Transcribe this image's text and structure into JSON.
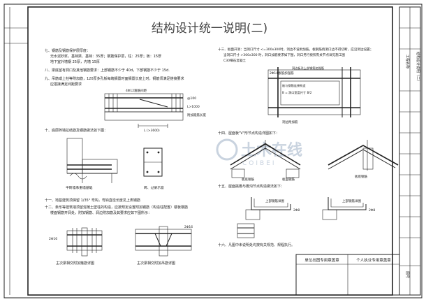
{
  "title": "结构设计统一说明(二)",
  "left_notes": {
    "n7_l1": "七、钢筋及钢筋保护层厚度：",
    "n7_l2": "无水泥砂浆，基础梁、基础：35厚；钢筋保护层，柱：25厚；板：15厚",
    "n7_l3": "地下室外墙钢 25厚，内墙 15厚",
    "n8": "八、梁底留有洞口及其他钢筋要求：上部钢筋不少于 40d，下部钢筋不少于 15d.",
    "n9_l1": "九、吊筋或上柱等附加筋，120厚多孔板每端搁置时面搁置长度上时，钢筋须满足搭接要求",
    "n9_l2": "应搭接满足间距要求",
    "n10": "十、底层砖墙拉结筋及钢筋做法如下图：",
    "n11": "十一、地基建筑须保留 1/35° 弯钩，弯钩直径长度见上表钢筋",
    "n12_l1": "十二、条形等建筑墙须留混凝土壁柱的构造，应按规定设置附加钢筋（构造柱配置）楼板钢筋",
    "n12_l2": "楼面钢筋开洞处，附加钢筋、洞边附加筋及其要求应如下图所示："
  },
  "right_notes": {
    "n13_l1": "十三、板面开洞：当洞口尺寸 <=300x300时，洞边不设附加筋，板钢筋绕洞口边不得切断，应沿洞边设置；",
    "n13_l2": "当洞口尺寸 >300x300 时，洞口加筋要求如下图，洞口另行按照有关节点详见施工图",
    "n13_l3": "C30细石混凝土",
    "n14": "十四、屋面板\"V\"形节点构造详图如下：",
    "n15": "十五、屋面挑檐与檐沟节点构造做法如下：",
    "n16": "十六、凡图中未说明处均按有关规范、规程执行。"
  },
  "figure_labels": {
    "beam_dim_top": "4Φ12箍筋间距",
    "beam_dim_right1": "@100",
    "beam_dim_right2": "L>1000",
    "beam_dim_right3": "附加箍筋长度",
    "beam_len": "L (>3600)",
    "wall_caption": "半砖墙承重墙基础",
    "lintel_caption": "砖、过梁示意",
    "open_top": "2Φ14板筋加强筋",
    "open_note1": "洞边板及上部钢筋加强筋",
    "open_note2": "板与钢筋连接构造",
    "open_note3": "B = 洞口宽度尺寸 B/2",
    "open_side": "洞边附加筋",
    "roof_label1": "板底钢筋",
    "roof_label2": "板面钢筋",
    "roof_label3": "板底钢筋",
    "eave_label1": "2Φ8",
    "eave_label2": "2Φ8",
    "eave_caption1": "上部钢筋详图",
    "eave_caption2": "上部钢筋详图",
    "bottom_cap1": "主次梁相交附加箍筋详图",
    "bottom_cap2": "主次梁相交附加吊筋详图",
    "bot_dim1": "2Φ16",
    "bot_dim2": "2Φ16"
  },
  "title_block": {
    "stamp1": "单位出图专用章盖章",
    "stamp2": "个人执业专用章盖章",
    "side_col1": "工程名称",
    "side_col2": "结构设计说明（二）",
    "side_col3": "图号"
  },
  "watermark": {
    "cn": "土木在线",
    "en": "COIBEI"
  }
}
